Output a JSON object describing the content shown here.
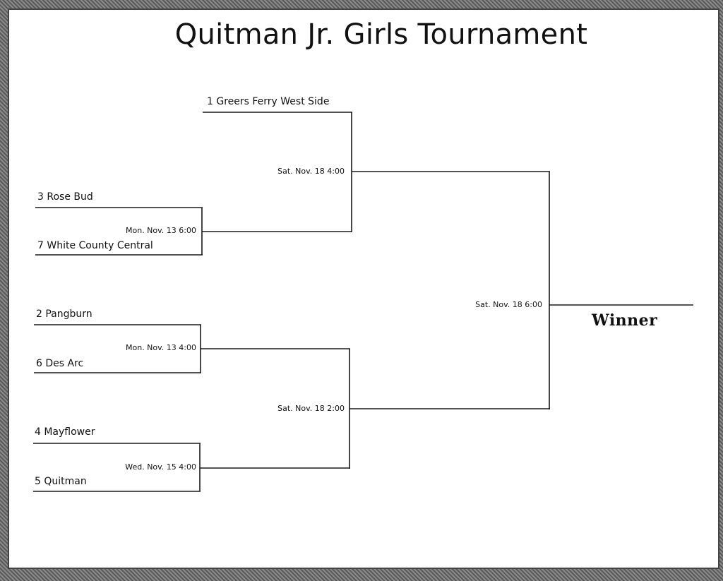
{
  "title": "Quitman Jr. Girls Tournament",
  "teams": {
    "greers_ferry": "1 Greers Ferry West Side",
    "rose_bud": "3 Rose Bud",
    "white_county": "7 White County Central",
    "pangburn": "2 Pangburn",
    "des_arc": "6 Des Arc",
    "mayflower": "4 Mayflower",
    "quitman": "5 Quitman"
  },
  "games": {
    "g1": "Mon. Nov. 13 6:00",
    "g2": "Mon. Nov. 13 4:00",
    "g3": "Wed. Nov. 15 4:00",
    "semi1": "Sat. Nov. 18 4:00",
    "semi2": "Sat. Nov. 18 2:00",
    "final": "Sat. Nov. 18 6:00"
  },
  "winner_label": "Winner"
}
